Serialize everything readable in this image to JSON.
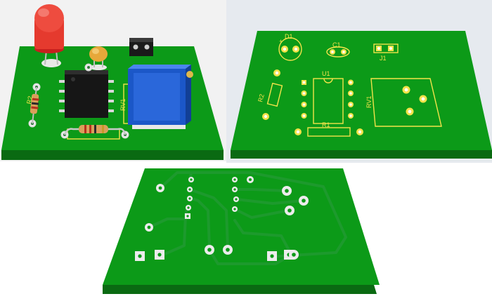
{
  "labels": {
    "top_left": {
      "r2": "R2",
      "rv1": "RV1"
    },
    "top_right": {
      "d1": "D1",
      "c1": "C1",
      "j1": "J1",
      "u1": "U1",
      "r2": "R2",
      "r1": "R1",
      "rv1": "RV1"
    }
  },
  "colors": {
    "board_top": "#0c9a18",
    "board_edge": "#0a6a12",
    "silk": "#f3e34a",
    "bg_top_left": "#f2f2f2",
    "bg_top_right": "#e6eaef"
  }
}
